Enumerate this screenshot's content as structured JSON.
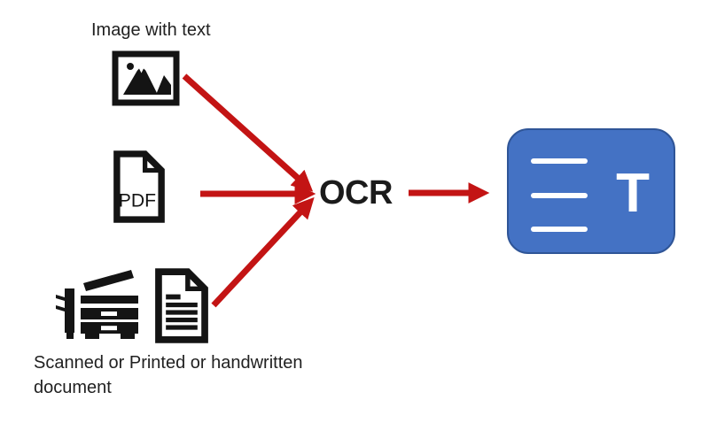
{
  "diagram": {
    "background": "#FFFFFF",
    "colors": {
      "arrow_red": "#C31414",
      "icon_black": "#141414",
      "label_text": "#212121",
      "output_box_fill": "#4472C4",
      "output_box_border": "#2F5597",
      "output_box_content": "#FFFFFF"
    },
    "inputs": [
      {
        "id": "image-with-text",
        "label": "Image with text",
        "icon": "image-icon"
      },
      {
        "id": "pdf",
        "label": "PDF",
        "icon": "pdf-document-icon"
      },
      {
        "id": "scanned-document",
        "label": "Scanned or Printed or handwritten document",
        "icons": [
          "copier-icon",
          "text-document-icon"
        ]
      }
    ],
    "process": {
      "id": "ocr",
      "label": "OCR"
    },
    "output": {
      "id": "text-output",
      "icon": "text-output-icon",
      "letter": "T"
    },
    "arrows": [
      {
        "from": "image-with-text",
        "to": "ocr"
      },
      {
        "from": "pdf",
        "to": "ocr"
      },
      {
        "from": "scanned-document",
        "to": "ocr"
      },
      {
        "from": "ocr",
        "to": "text-output"
      }
    ]
  }
}
